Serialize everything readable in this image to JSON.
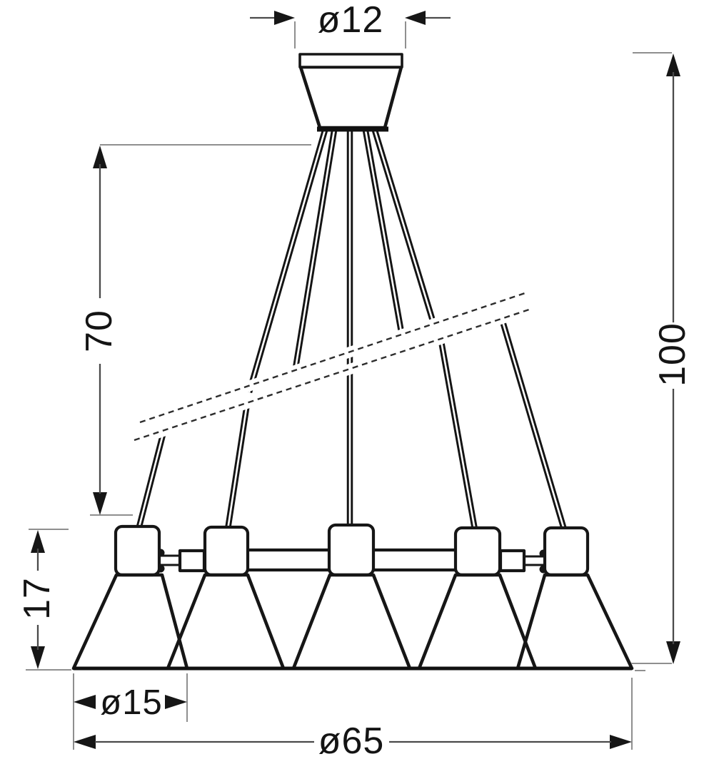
{
  "figure": {
    "type": "technical-dimension-drawing",
    "subject": "five-shade pendant ceiling lamp"
  },
  "dimensions": {
    "canopy_diameter": {
      "label": "ø12"
    },
    "suspension_length": {
      "label": "70"
    },
    "total_height": {
      "label": "100"
    },
    "head_height": {
      "label": "17"
    },
    "shade_diameter": {
      "label": "ø15"
    },
    "overall_diameter": {
      "label": "ø65"
    }
  },
  "colors": {
    "background": "#ffffff",
    "outline": "#161616",
    "dimension_line": "#4a4a4a",
    "extension_line": "#8f8f8f",
    "text": "#141414"
  }
}
